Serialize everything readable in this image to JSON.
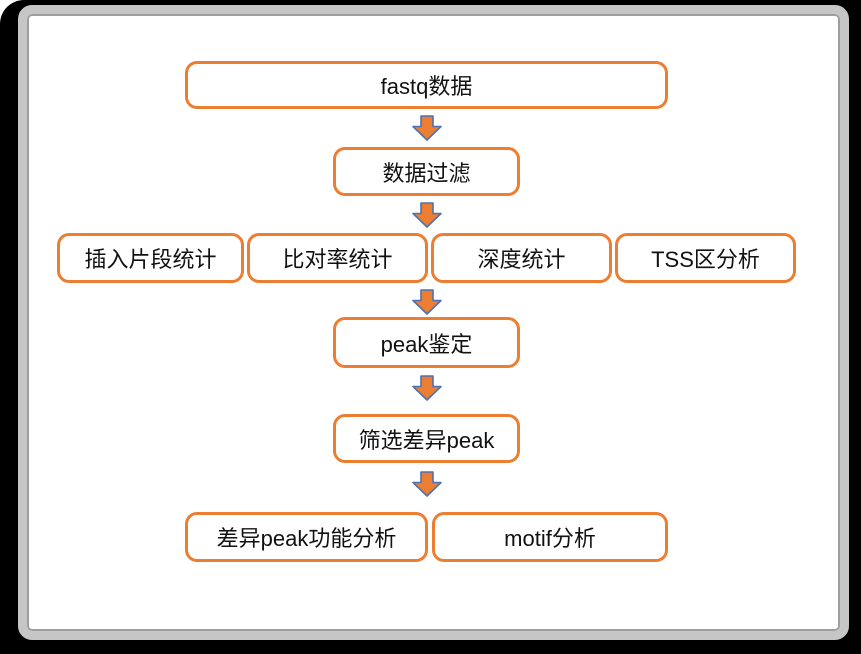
{
  "diagram": {
    "type": "flowchart",
    "nodes": {
      "fastq": {
        "label": "fastq数据"
      },
      "filter": {
        "label": "数据过滤"
      },
      "insert_stats": {
        "label": "插入片段统计"
      },
      "align_stats": {
        "label": "比对率统计"
      },
      "depth_stats": {
        "label": "深度统计"
      },
      "tss": {
        "label": "TSS区分析"
      },
      "peak": {
        "label": "peak鉴定"
      },
      "diff_peak": {
        "label": "筛选差异peak"
      },
      "diff_peak_function": {
        "label": "差异peak功能分析"
      },
      "motif": {
        "label": "motif分析"
      }
    },
    "edges": [
      {
        "from": "fastq",
        "to": "filter"
      },
      {
        "from": "filter",
        "to": "qc-row"
      },
      {
        "from": "qc-row",
        "to": "peak"
      },
      {
        "from": "peak",
        "to": "diff_peak"
      },
      {
        "from": "diff_peak",
        "to": "result-row"
      }
    ],
    "colors": {
      "box_border": "#ED7D31",
      "box_fill": "#FFFFFF",
      "text": "#111111",
      "arrow_fill": "#ED7D31",
      "arrow_stroke": "#4A72B4",
      "frame_border": "#C6C6C6",
      "backdrop": "#000000"
    }
  }
}
